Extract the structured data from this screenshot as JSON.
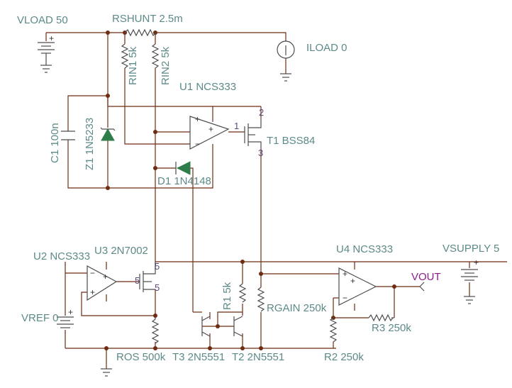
{
  "labels": {
    "vload": "VLOAD 50",
    "rshunt": "RSHUNT 2.5m",
    "iload": "ILOAD 0",
    "rin1": "RIN1 5k",
    "rin2": "RIN2 5k",
    "u1": "U1 NCS333",
    "c1": "C1 100n",
    "z1": "Z1 1N5233",
    "t1": "T1 BSS84",
    "d1": "D1 1N4148",
    "u2": "U2 NCS333",
    "u3": "U3 2N7002",
    "u4": "U4 NCS333",
    "vsupply": "VSUPPLY 5",
    "vout": "VOUT",
    "vref": "VREF 0",
    "r1": "R1 5k",
    "rgain": "RGAIN 250k",
    "r3": "R3 250k",
    "r2": "R2 250k",
    "ros": "ROS 500k",
    "t3": "T3 2N5551",
    "t2": "T2 2N5551"
  },
  "pins": {
    "t1_gate": "1",
    "t1_source": "2",
    "t1_drain": "3",
    "u3_gate": "5",
    "u3_drain": "5",
    "u3_source": "5"
  },
  "polarity": {
    "plus": "+",
    "minus": "−"
  },
  "colors": {
    "wire": "#6e2c10",
    "label": "#5d8a88",
    "pin_label": "#5d4a7a",
    "net_label": "#8a1e8a",
    "diode": "#2e7d4a"
  }
}
